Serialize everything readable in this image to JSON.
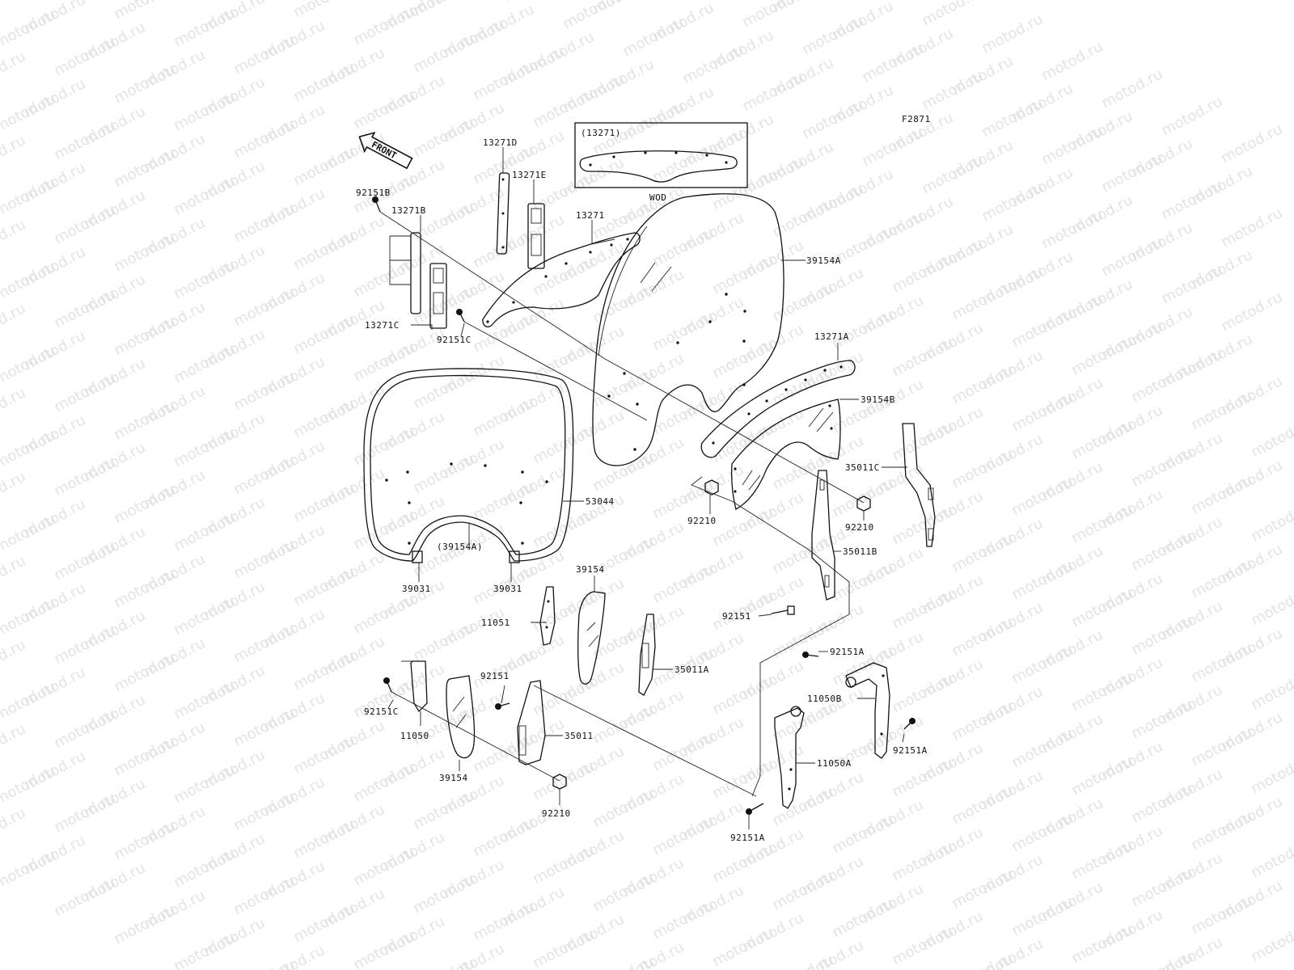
{
  "figure_code": "F2871",
  "watermark": "motod.ru",
  "front_label": "FRONT",
  "inset": {
    "ref_label": "(13271)",
    "caption": "WOD"
  },
  "labels": [
    {
      "id": "l-13271d",
      "text": "13271D"
    },
    {
      "id": "l-13271e",
      "text": "13271E"
    },
    {
      "id": "l-92151b",
      "text": "92151B"
    },
    {
      "id": "l-13271b",
      "text": "13271B"
    },
    {
      "id": "l-13271",
      "text": "13271"
    },
    {
      "id": "l-39154a",
      "text": "39154A"
    },
    {
      "id": "l-13271c",
      "text": "13271C"
    },
    {
      "id": "l-92151c-top",
      "text": "92151C"
    },
    {
      "id": "l-13271a",
      "text": "13271A"
    },
    {
      "id": "l-39154b",
      "text": "39154B"
    },
    {
      "id": "l-35011c",
      "text": "35011C"
    },
    {
      "id": "l-53044",
      "text": "53044"
    },
    {
      "id": "l-39154a-ref",
      "text": "(39154A)"
    },
    {
      "id": "l-92210-mid",
      "text": "92210"
    },
    {
      "id": "l-92210-right",
      "text": "92210"
    },
    {
      "id": "l-35011b",
      "text": "35011B"
    },
    {
      "id": "l-39031-left",
      "text": "39031"
    },
    {
      "id": "l-39031-right",
      "text": "39031"
    },
    {
      "id": "l-39154-upper",
      "text": "39154"
    },
    {
      "id": "l-11051",
      "text": "11051"
    },
    {
      "id": "l-92151-mid",
      "text": "92151"
    },
    {
      "id": "l-35011a",
      "text": "35011A"
    },
    {
      "id": "l-92151a-top",
      "text": "92151A"
    },
    {
      "id": "l-92151-left",
      "text": "92151"
    },
    {
      "id": "l-11050b",
      "text": "11050B"
    },
    {
      "id": "l-92151c-bottom",
      "text": "92151C"
    },
    {
      "id": "l-11050",
      "text": "11050"
    },
    {
      "id": "l-35011",
      "text": "35011"
    },
    {
      "id": "l-92151a-right",
      "text": "92151A"
    },
    {
      "id": "l-39154-lower",
      "text": "39154"
    },
    {
      "id": "l-11050a",
      "text": "11050A"
    },
    {
      "id": "l-92210-bottom",
      "text": "92210"
    },
    {
      "id": "l-92151a-bottom",
      "text": "92151A"
    }
  ]
}
